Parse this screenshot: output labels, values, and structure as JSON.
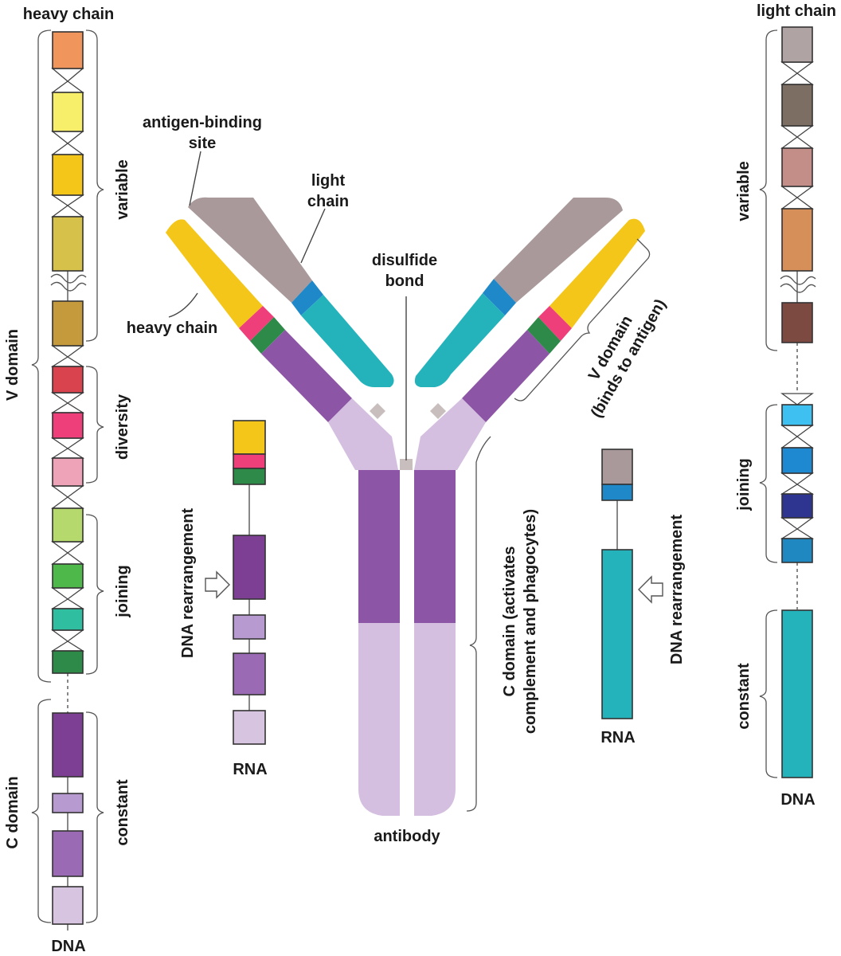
{
  "labels": {
    "heavy_chain_title": "heavy chain",
    "light_chain_title": "light chain",
    "dna_left": "DNA",
    "dna_right": "DNA",
    "rna_left": "RNA",
    "rna_right": "RNA",
    "v_domain_left": "V domain",
    "c_domain_left": "C domain",
    "variable_left": "variable",
    "diversity": "diversity",
    "joining_left": "joining",
    "constant_left": "constant",
    "variable_right": "variable",
    "joining_right": "joining",
    "constant_right": "constant",
    "dna_rearrangement_left": "DNA rearrangement",
    "dna_rearrangement_right": "DNA rearrangement",
    "antigen_binding_line1": "antigen-binding",
    "antigen_binding_line2": "site",
    "light_chain_line1": "light",
    "light_chain_line2": "chain",
    "disulfide_line1": "disulfide",
    "disulfide_line2": "bond",
    "heavy_chain_label": "heavy chain",
    "v_domain_line1": "V domain",
    "v_domain_line2": "(binds to antigen)",
    "c_domain_line1": "C domain (activates",
    "c_domain_line2": "complement and phagocytes)",
    "antibody": "antibody"
  },
  "colors": {
    "heavy_dna_segments": [
      "#f0965c",
      "#f7ef6a",
      "#f5c61a",
      "#d6c24a",
      "#c49a3c",
      "#d9434e",
      "#ee3f7a",
      "#eea3b8",
      "#b5d96c",
      "#4fb84a",
      "#2fbfa0",
      "#2e8a48",
      "#7d3f94",
      "#b79bd0",
      "#9a6bb4",
      "#d6c4e0"
    ],
    "light_dna_segments": [
      "#b0a3a3",
      "#7c6e62",
      "#c28e87",
      "#d68f58",
      "#7d4a42",
      "#3ec0f0",
      "#1e88d0",
      "#2e3590",
      "#1f88c0",
      "#25b3bb"
    ],
    "heavy_rna_segments": [
      "#f5c61a",
      "#ee3f7a",
      "#2e8a48",
      "#7d3f94",
      "#b79bd0",
      "#9a6bb4",
      "#d6c4e0"
    ],
    "light_rna_segments": [
      "#a9999a",
      "#1e88c8",
      "#25b3bb"
    ],
    "antibody_light_variable": "#a9999a",
    "antibody_light_joining": "#1e88c8",
    "antibody_light_constant": "#25b3bb",
    "antibody_heavy_variable": "#f5c61a",
    "antibody_heavy_diversity": "#ee3f7a",
    "antibody_heavy_joining": "#2e8a48",
    "antibody_heavy_constant_dark": "#8c55a5",
    "antibody_heavy_constant_light": "#d5bfe0",
    "disulfide_bond": "#c9bebe"
  }
}
